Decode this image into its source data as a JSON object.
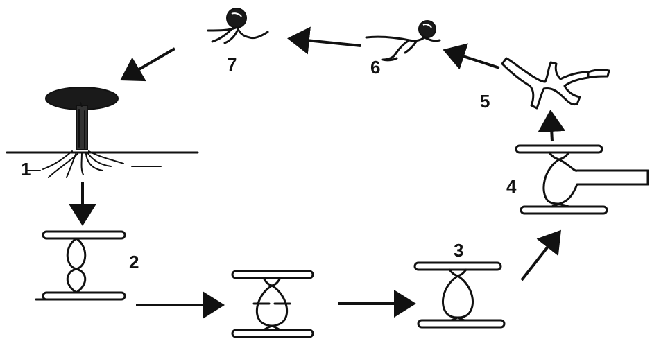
{
  "diagram": {
    "stage_labels": {
      "s1": "1",
      "s2": "2",
      "s3": "3",
      "s4": "4",
      "s5": "5",
      "s6": "6",
      "s7": "7"
    },
    "colors": {
      "ink": "#111111",
      "background": "#ffffff"
    }
  }
}
